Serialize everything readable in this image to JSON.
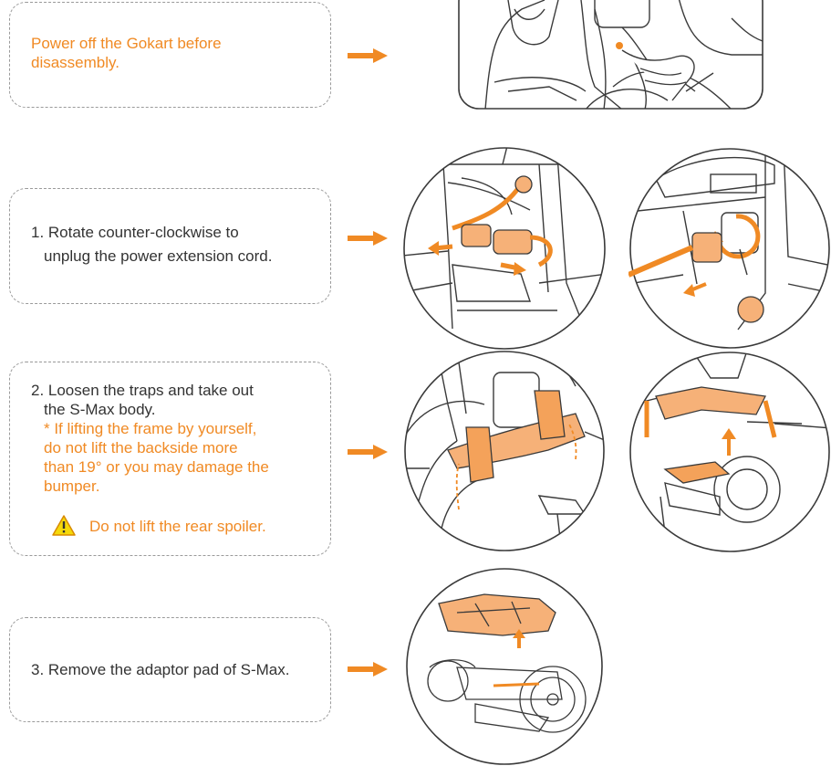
{
  "steps": {
    "s0": {
      "text": "Power off the Gokart before disassembly."
    },
    "s1": {
      "line1": "1. Rotate counter-clockwise to",
      "line2": "unplug the power extension cord."
    },
    "s2": {
      "line1": "2. Loosen the traps and take out",
      "line2": "the S-Max body.",
      "note1": "* If lifting the frame by yourself,",
      "note2": "do not lift the backside more",
      "note3": "than 19° or you may damage the",
      "note4": "bumper.",
      "warning": "Do not lift the rear spoiler."
    },
    "s3": {
      "text": "3. Remove the adaptor pad of S-Max."
    }
  },
  "colors": {
    "accent": "#f08a24",
    "line": "#3a3a3a",
    "dash": "#9a9a9a"
  },
  "icons": {
    "arrow": "right-arrow-icon",
    "warning": "warning-triangle-icon"
  }
}
